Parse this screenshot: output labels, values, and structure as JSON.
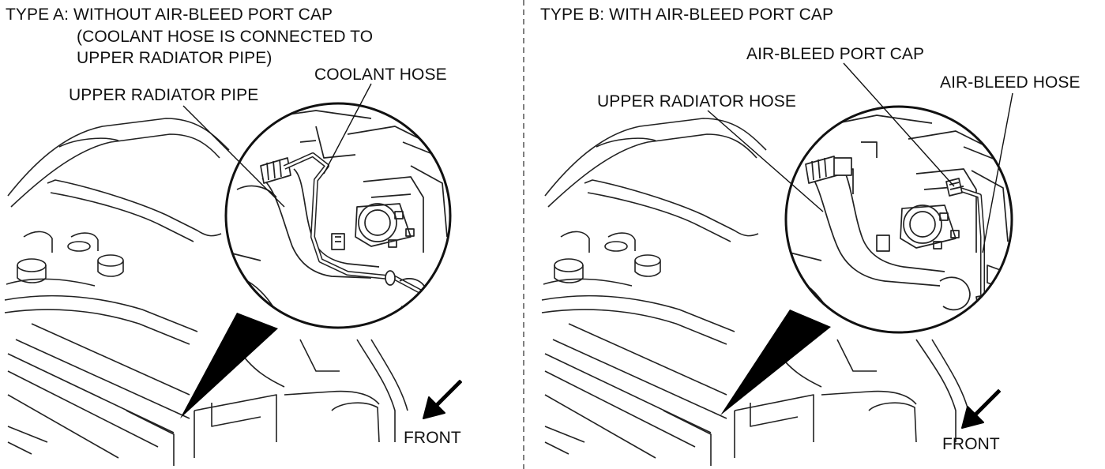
{
  "panel_a": {
    "title_line1": "TYPE A: WITHOUT AIR-BLEED PORT CAP",
    "title_line2": "(COOLANT HOSE IS CONNECTED TO",
    "title_line3": "UPPER RADIATOR PIPE)",
    "callouts": {
      "coolant_hose": "COOLANT HOSE",
      "upper_radiator_pipe": "UPPER RADIATOR PIPE",
      "front": "FRONT"
    }
  },
  "panel_b": {
    "title": "TYPE B: WITH AIR-BLEED PORT CAP",
    "callouts": {
      "air_bleed_port_cap": "AIR-BLEED PORT CAP",
      "air_bleed_hose": "AIR-BLEED HOSE",
      "upper_radiator_hose": "UPPER RADIATOR HOSE",
      "front": "FRONT"
    }
  },
  "colors": {
    "ink": "#111111",
    "background": "#ffffff",
    "divider": "#555555"
  }
}
